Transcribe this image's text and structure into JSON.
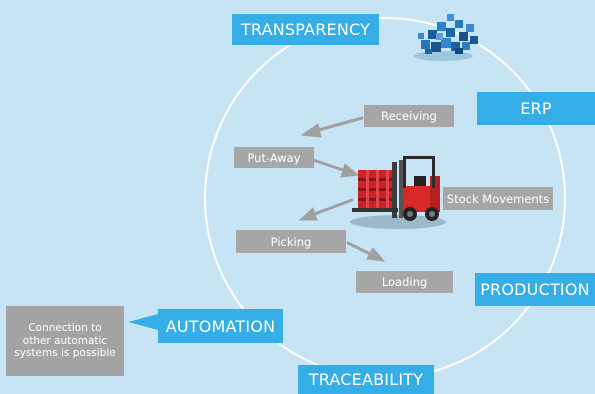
{
  "stages": {
    "transparency": "TRANSPARENCY",
    "erp": "ERP",
    "production": "PRODUCTION",
    "traceability": "TRACEABILITY",
    "automation": "AUTOMATION"
  },
  "processes": {
    "receiving": "Receiving",
    "put_away": "Put-Away",
    "stock_movements": "Stock Movements",
    "picking": "Picking",
    "loading": "Loading"
  },
  "note": {
    "line1": "Connection to",
    "line2": "other automatic",
    "line3": "systems is possible"
  },
  "colors": {
    "background": "#c6e4f4",
    "stage_box": "#35ade6",
    "process_box": "#a6a6a6",
    "cycle_line": "#ffffff"
  },
  "icons": {
    "erp": "blue-cubes-cluster-icon",
    "warehouse": "red-forklift-icon"
  }
}
